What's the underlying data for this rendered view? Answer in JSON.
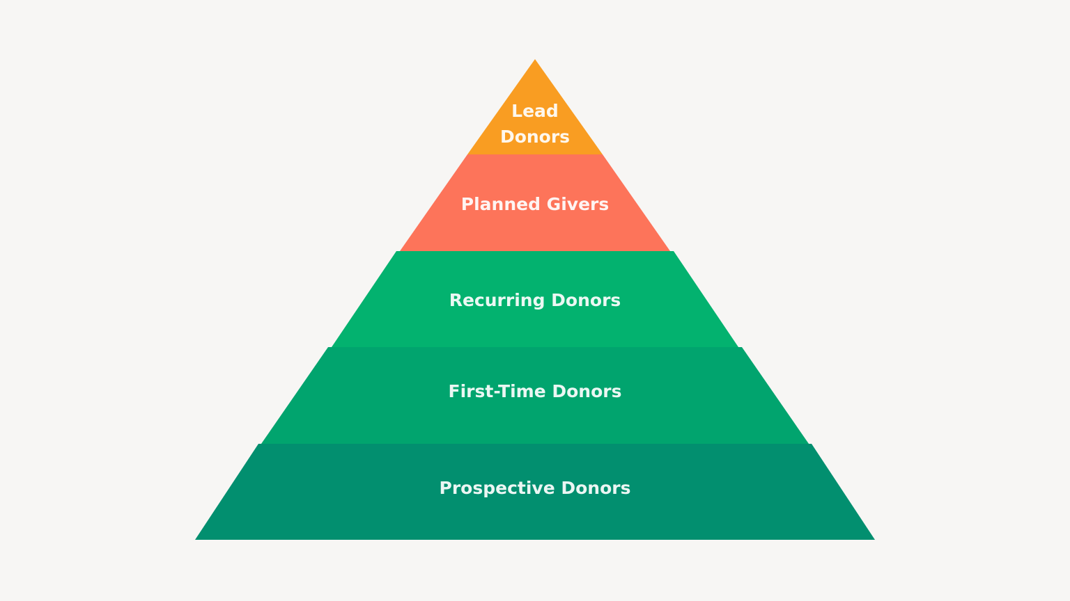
{
  "diagram": {
    "type": "pyramid",
    "tiers": [
      {
        "line1": "Lead",
        "line2": "Donors",
        "color": "#f99d22"
      },
      {
        "label": "Planned Givers",
        "color": "#fd745a"
      },
      {
        "label": "Recurring Donors",
        "color": "#03b26f"
      },
      {
        "label": "First-Time Donors",
        "color": "#01a46e"
      },
      {
        "label": "Prospective Donors",
        "color": "#028f6f"
      }
    ],
    "background": "#f7f6f4"
  }
}
